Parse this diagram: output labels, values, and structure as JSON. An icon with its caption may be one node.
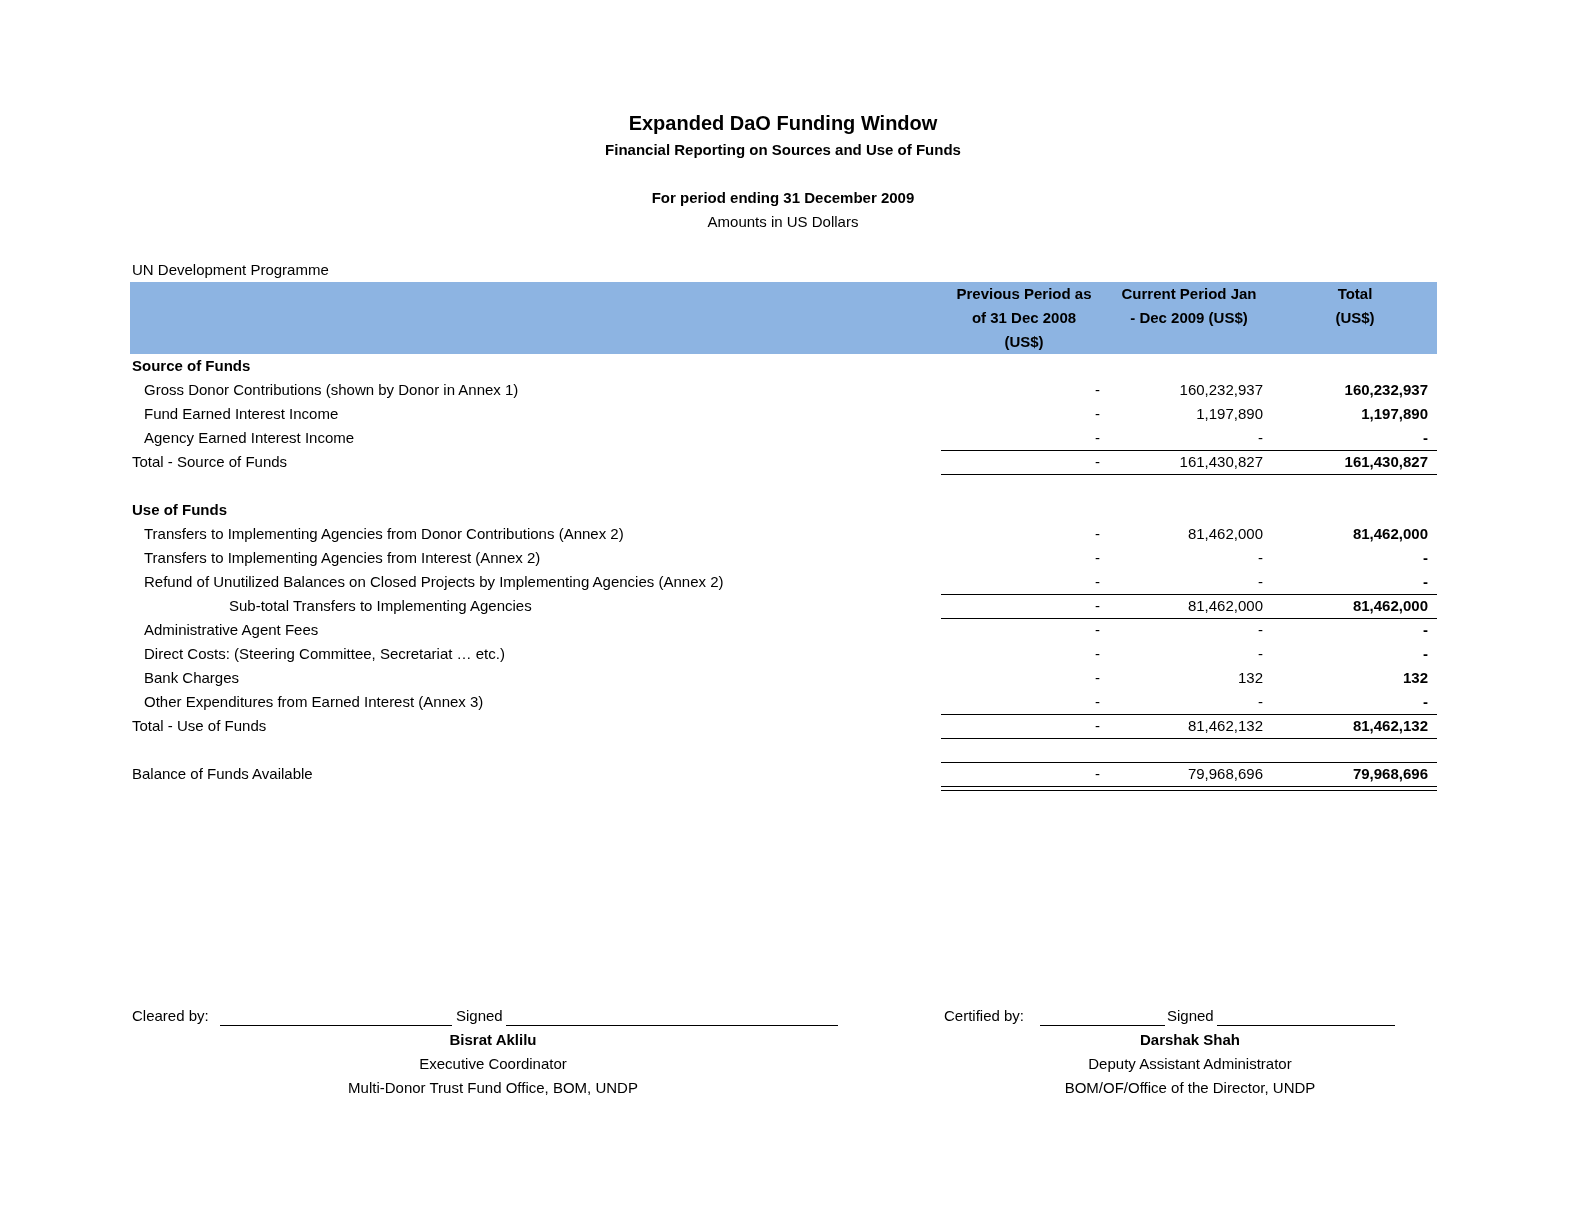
{
  "diagram": {
    "title": "Expanded DaO Funding Window",
    "labels": [
      "Financial Reporting on Sources and Use of Funds",
      "For period ending 31 December 2009",
      "Amounts in US Dollars",
      "UN Development Programme",
      "Previous Period as of 31 Dec 2008 (US$)",
      "Current Period Jan - Dec 2009 (US$)",
      "Total (US$)",
      "Source of Funds",
      "Gross Donor Contributions (shown by Donor in Annex 1)",
      "-",
      "160,232,937",
      "160,232,937",
      "Fund Earned Interest Income",
      "-",
      "1,197,890",
      "1,197,890",
      "Agency Earned Interest Income",
      "-",
      "-",
      "-",
      "Total - Source of Funds",
      "-",
      "161,430,827",
      "161,430,827",
      "Use of Funds",
      "Transfers to Implementing Agencies from Donor Contributions (Annex 2)",
      "-",
      "81,462,000",
      "81,462,000",
      "Transfers to Implementing Agencies from Interest (Annex 2)",
      "-",
      "-",
      "-",
      "Refund of Unutilized Balances on Closed Projects by Implementing Agencies (Annex 2)",
      "-",
      "-",
      "-",
      "Sub-total Transfers to Implementing Agencies",
      "-",
      "81,462,000",
      "81,462,000",
      "Administrative Agent Fees",
      "-",
      "-",
      "-",
      "Direct Costs: (Steering Committee, Secretariat … etc.)",
      "-",
      "-",
      "-",
      "Bank Charges",
      "-",
      "132",
      "132",
      "Other Expenditures from Earned Interest (Annex 3)",
      "-",
      "-",
      "-",
      "Total - Use of Funds",
      "-",
      "81,462,132",
      "81,462,132",
      "Balance of Funds Available",
      "-",
      "79,968,696",
      "79,968,696",
      "Cleared by:",
      "Signed",
      "Certified by:",
      "Signed",
      "Bisrat Aklilu",
      "Darshak Shah",
      "Executive Coordinator",
      "Deputy Assistant Administrator",
      "Multi-Donor Trust Fund Office, BOM, UNDP",
      "BOM/OF/Office of the Director, UNDP"
    ]
  }
}
